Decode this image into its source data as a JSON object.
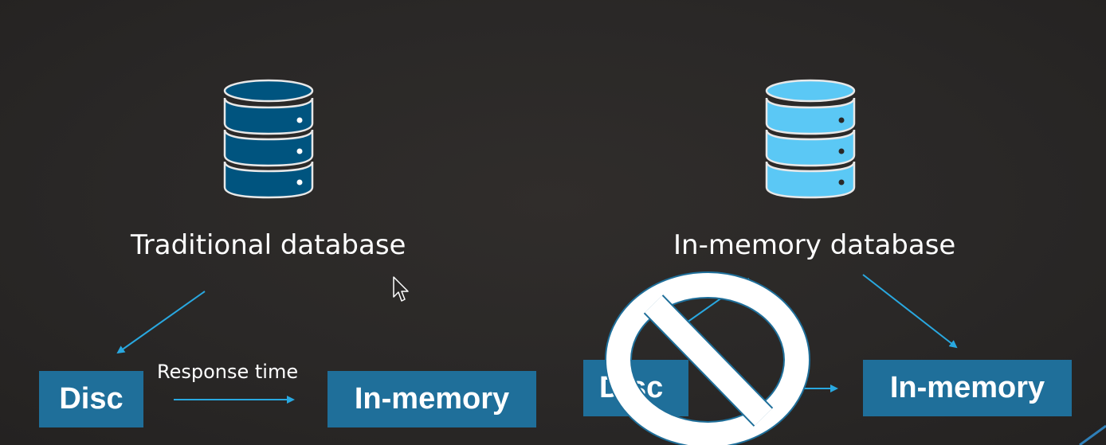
{
  "left": {
    "title": "Traditional database",
    "disc_label": "Disc",
    "memory_label": "In-memory",
    "arrow_label": "Response time"
  },
  "right": {
    "title": "In-memory database",
    "disc_label": "Disc",
    "memory_label": "In-memory"
  },
  "colors": {
    "background": "#2a2827",
    "db_dark": "#00547f",
    "db_light": "#5bc8f5",
    "box": "#1f6f9a",
    "arrow": "#29a8e0",
    "prohibit_ring": "#1f6f9a"
  },
  "icons": [
    "database-icon-dark",
    "database-icon-light",
    "prohibited-icon",
    "mouse-pointer-icon"
  ]
}
